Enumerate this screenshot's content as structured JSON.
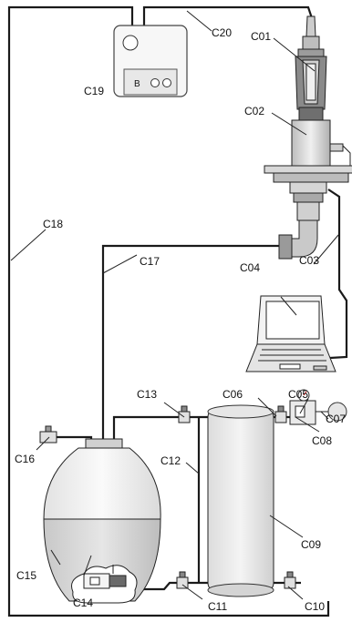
{
  "labels": {
    "c01": "C01",
    "c02": "C02",
    "c03": "C03",
    "c04": "C04",
    "c05": "C05",
    "c06": "C06",
    "c07": "C07",
    "c08": "C08",
    "c09": "C09",
    "c10": "C10",
    "c11": "C11",
    "c12": "C12",
    "c13": "C13",
    "c14": "C14",
    "c15": "C15",
    "c16": "C16",
    "c17": "C17",
    "c18": "C18",
    "c19": "C19",
    "c20": "C20"
  },
  "controller_display": "B"
}
